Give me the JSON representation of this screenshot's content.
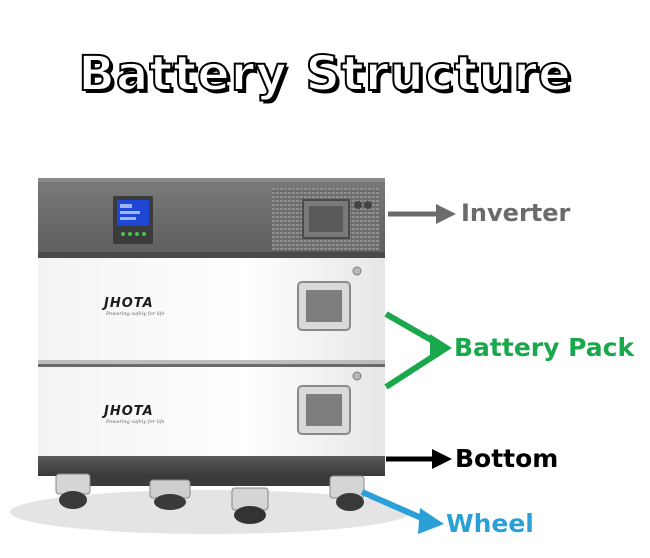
{
  "title": "Battery Structure",
  "brand": {
    "name": "JHOTA",
    "tagline": "Powering safely for life"
  },
  "labels": {
    "inverter": "Inverter",
    "battery_pack": "Battery Pack",
    "bottom": "Bottom",
    "wheel": "Wheel"
  },
  "colors": {
    "inverter_label": "#6b6b6b",
    "battery_label": "#1aa84c",
    "bottom_label": "#000000",
    "wheel_label": "#2a9fd8",
    "inverter_arrow": "#6b6b6b",
    "battery_arrow": "#1aa84c",
    "bottom_arrow": "#000000",
    "wheel_arrow": "#2a9fd8"
  },
  "icons": [
    "arrow-right-icon",
    "display-screen-icon",
    "vent-grille-icon",
    "caster-wheel-icon"
  ]
}
